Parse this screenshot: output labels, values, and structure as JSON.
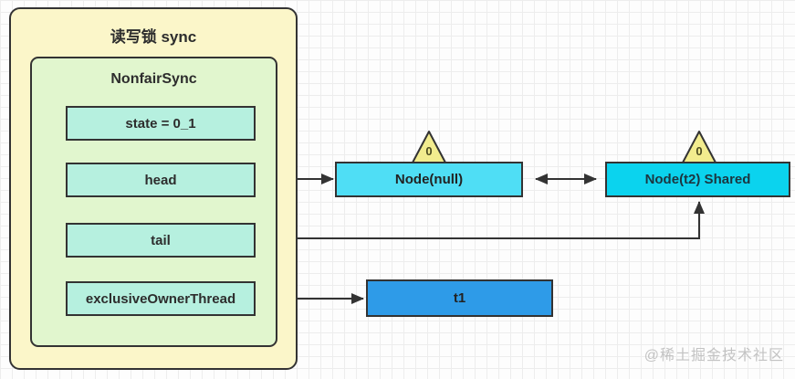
{
  "colors": {
    "outer_fill": "#FBF6C9",
    "inner_fill": "#E1F6CE",
    "field_fill": "#B6F0DF",
    "node_null_fill": "#4FDEF5",
    "node_t2_fill": "#0BD3EE",
    "t1_fill": "#2E9BE8",
    "badge_fill": "#F2EC8E",
    "line": "#333333"
  },
  "sync_panel": {
    "title": "读写锁 sync",
    "class_box": {
      "title": "NonfairSync",
      "fields": [
        {
          "label": "state = 0_1"
        },
        {
          "label": "head"
        },
        {
          "label": "tail"
        },
        {
          "label": "exclusiveOwnerThread"
        }
      ]
    }
  },
  "nodes": {
    "head_node": {
      "label": "Node(null)",
      "badge": "0"
    },
    "tail_node": {
      "label": "Node(t2) Shared",
      "badge": "0"
    },
    "thread": {
      "label": "t1"
    }
  },
  "watermark": "@稀土掘金技术社区"
}
